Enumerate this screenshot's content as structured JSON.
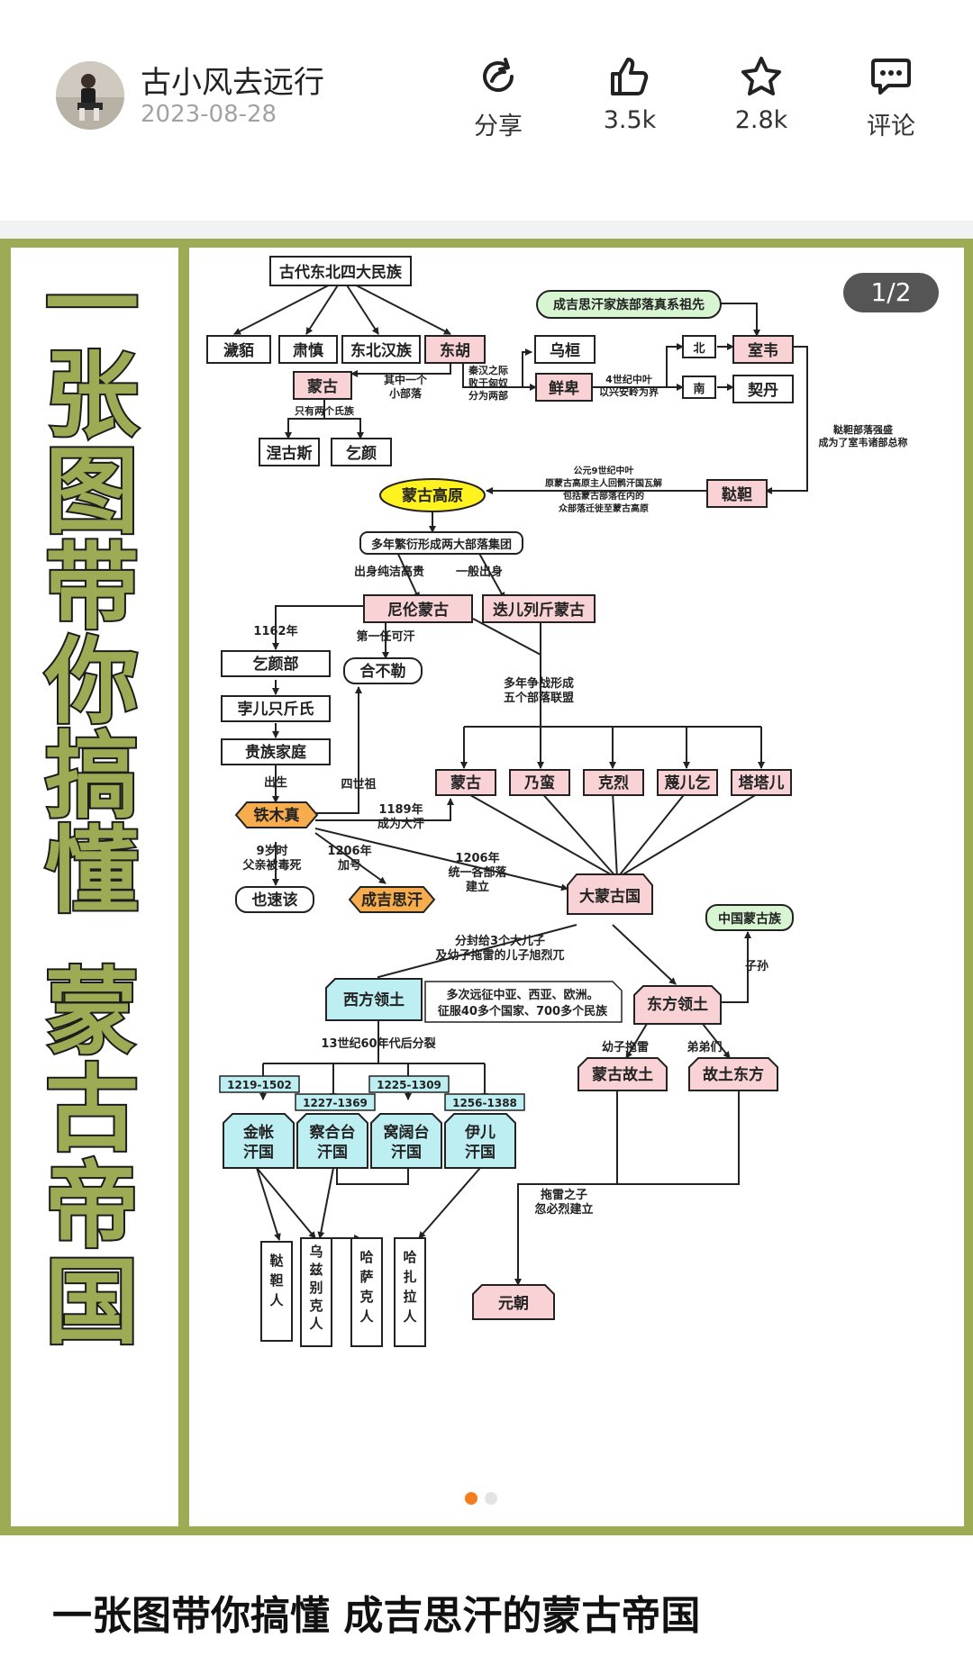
{
  "author": {
    "name": "古小风去远行",
    "date": "2023-08-28"
  },
  "actions": [
    {
      "label": "分享",
      "icon": "share-icon"
    },
    {
      "label": "3.5k",
      "icon": "like-icon"
    },
    {
      "label": "2.8k",
      "icon": "star-icon"
    },
    {
      "label": "评论",
      "icon": "comment-icon"
    }
  ],
  "pager": "1/2",
  "vertical_title": [
    "一",
    "张",
    "图",
    "带",
    "你",
    "搞",
    "懂",
    "",
    "蒙",
    "古",
    "帝",
    "国"
  ],
  "diagram": {
    "n1": "古代东北四大民族",
    "n2": "濊貊",
    "n3": "肃慎",
    "n4": "东北汉族",
    "n5": "东胡",
    "n6": "蒙古",
    "n6a": "其中一个",
    "n6b": "小部落",
    "n7a": "秦汉之际",
    "n7b": "败于匈奴",
    "n7c": "分为两部",
    "n8": "乌桓",
    "n9": "鲜卑",
    "n10a": "4世纪中叶",
    "n10b": "以兴安岭为界",
    "n11": "北",
    "n12": "南",
    "n13": "室韦",
    "n14": "契丹",
    "n15": "成吉思汗家族部落真系祖先",
    "n16": "只有两个氏族",
    "n17": "涅古斯",
    "n18": "乞颜",
    "n19a": "鞑靼部落强盛",
    "n19b": "成为了室韦诸部总称",
    "n20": "鞑靼",
    "n21a": "公元9世纪中叶",
    "n21b": "原蒙古高原主人回鹘汗国瓦解",
    "n21c": "包括蒙古部落在内的",
    "n21d": "众部落迁徙至蒙古高原",
    "n22": "蒙古高原",
    "n23": "多年繁衍形成两大部落集团",
    "n24a": "出身纯洁高贵",
    "n24b": "一般出身",
    "n25": "尼伦蒙古",
    "n26": "迭儿列斤蒙古",
    "n27": "1162年",
    "n28": "第一任可汗",
    "n29": "合不勒",
    "n30": "乞颜部",
    "n31": "孛儿只斤氏",
    "n32": "贵族家庭",
    "n33a": "多年争战形成",
    "n33b": "五个部落联盟",
    "n34": "四世祖",
    "n35": "出生",
    "n36": "蒙古",
    "n37": "乃蛮",
    "n38": "克烈",
    "n39": "蔑儿乞",
    "n40": "塔塔儿",
    "n41": "铁木真",
    "n42a": "1189年",
    "n42b": "成为大汗",
    "n43a": "9岁时",
    "n43b": "父亲被毒死",
    "n44a": "1206年",
    "n44b": "加号",
    "n45a": "1206年",
    "n45b": "统一各部落",
    "n45c": "建立",
    "n46": "也速该",
    "n47": "成吉思汗",
    "n48": "大蒙古国",
    "n49": "中国蒙古族",
    "n50": "子孙",
    "n51a": "分封给3个大儿子",
    "n51b": "及幼子拖雷的儿子旭烈兀",
    "n52a": "多次远征中亚、西亚、欧洲。",
    "n52b": "征服40多个国家、700多个民族",
    "n53": "西方领土",
    "n54": "东方领土",
    "n55": "13世纪60年代后分裂",
    "n56a": "幼子拖雷",
    "n56b": "弟弟们",
    "n57": "蒙古故土",
    "n58": "故土东方",
    "n59": "1219-1502",
    "n60": "1227-1369",
    "n61": "1225-1309",
    "n62": "1256-1388",
    "n63": [
      "金帐",
      "汗国"
    ],
    "n64": [
      "察合台",
      "汗国"
    ],
    "n65": [
      "窝阔台",
      "汗国"
    ],
    "n66": [
      "伊儿",
      "汗国"
    ],
    "n67a": "拖雷之子",
    "n67b": "忽必烈建立",
    "n68": [
      "鞑",
      "靼",
      "人"
    ],
    "n69": [
      "乌",
      "兹",
      "别",
      "克",
      "人"
    ],
    "n70": [
      "哈",
      "萨",
      "克",
      "人"
    ],
    "n71": [
      "哈",
      "扎",
      "拉",
      "人"
    ],
    "n72": "元朝"
  },
  "post_title": "一张图带你搞懂 成吉思汗的蒙古帝国",
  "colors": {
    "frame": "#9cab54",
    "title_green": "#9cab54",
    "pink": "#f8d2d4",
    "cyan": "#bdeef2",
    "orange": "#f7ad4d",
    "yellow": "#fff21e",
    "mint": "#d6f5d0",
    "dot_active": "#f57c1f"
  }
}
